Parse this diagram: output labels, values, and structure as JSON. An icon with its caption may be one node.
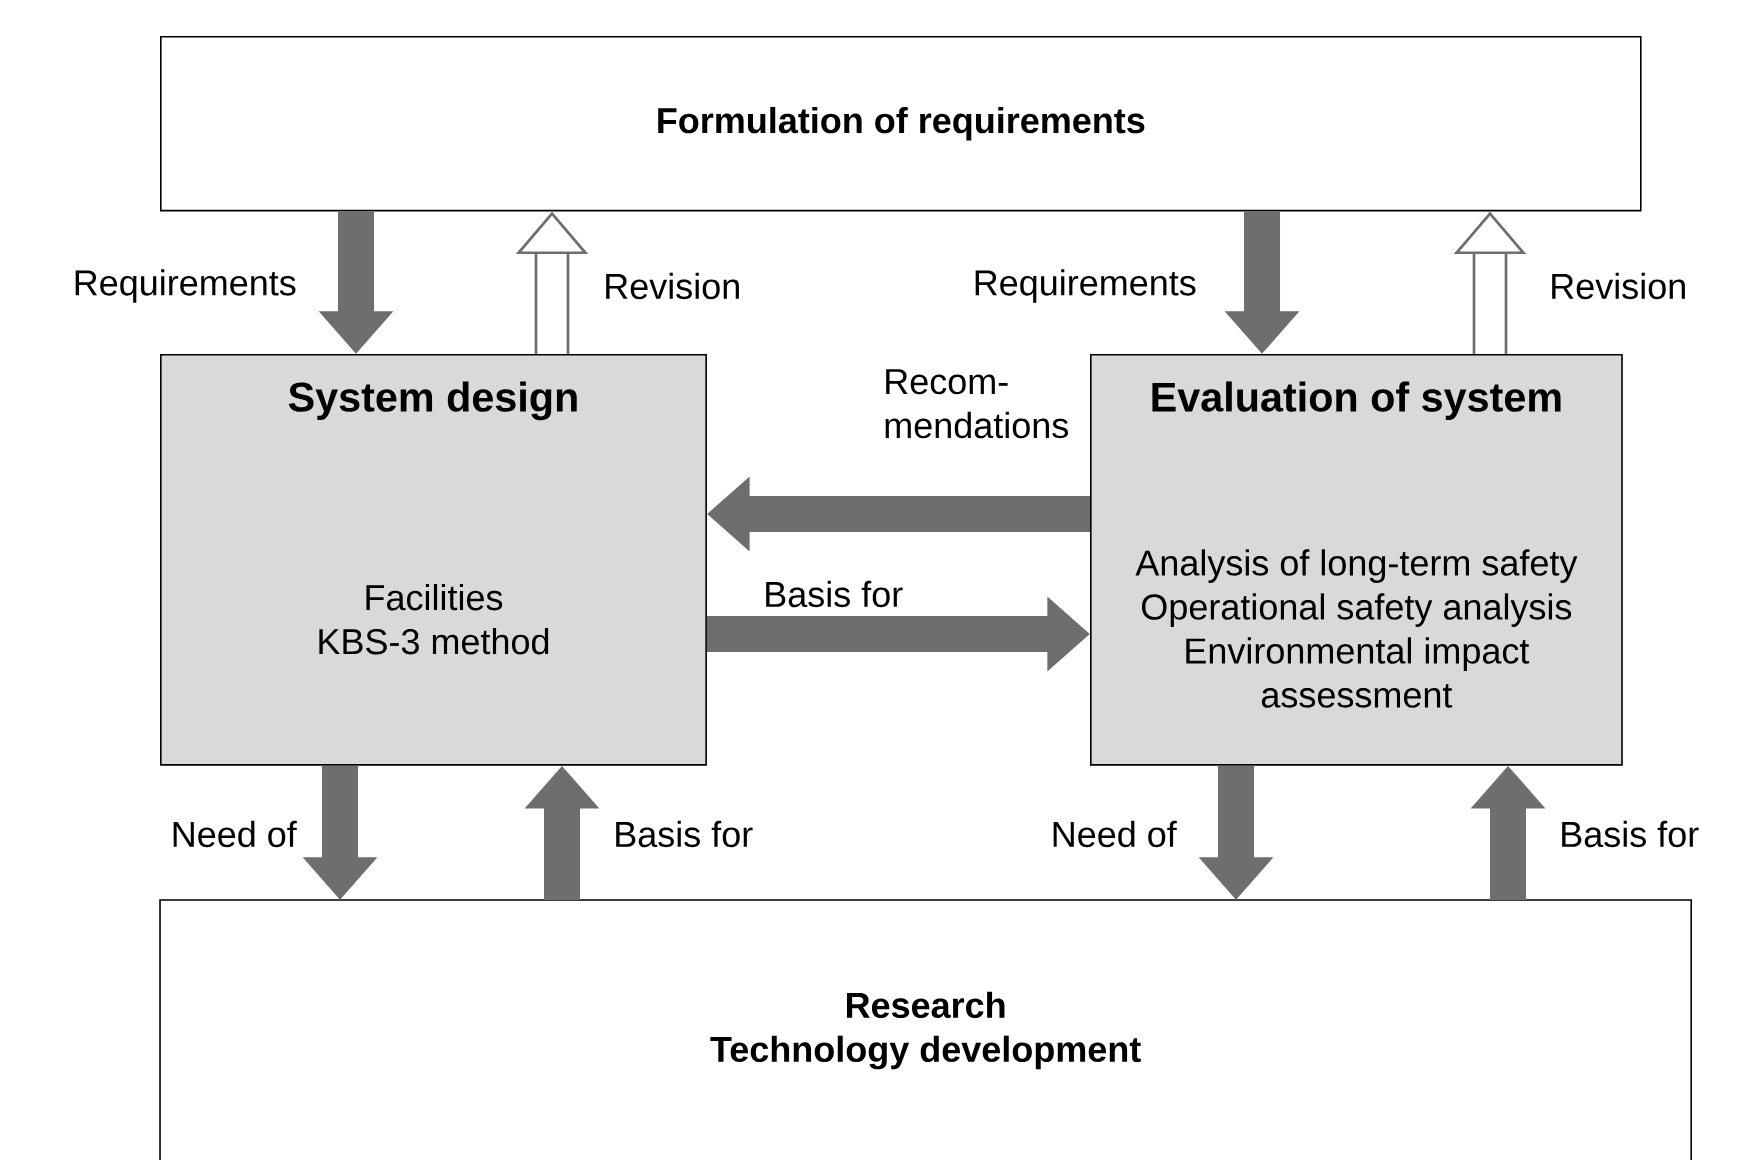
{
  "diagram": {
    "nodes": [
      {
        "text": [
          "Formulation of requirements"
        ]
      },
      {
        "text": [
          "System design",
          "Facilities",
          "KBS-3 method"
        ]
      },
      {
        "text": [
          "Evaluation of system",
          "Analysis of long-term safety",
          "Operational safety analysis",
          "Environmental impact assessment"
        ]
      },
      {
        "text": [
          "Research",
          "Technology development"
        ]
      }
    ],
    "edges": [
      {
        "from": 0,
        "to": 1,
        "arrow": "to",
        "label": "Requirements"
      },
      {
        "from": 1,
        "to": 0,
        "arrow": "to",
        "label": "Revision"
      },
      {
        "from": 0,
        "to": 2,
        "arrow": "to",
        "label": "Requirements"
      },
      {
        "from": 2,
        "to": 0,
        "arrow": "to",
        "label": "Revision"
      },
      {
        "from": 2,
        "to": 1,
        "arrow": "to",
        "label": "Recom- mendations"
      },
      {
        "from": 1,
        "to": 2,
        "arrow": "to",
        "label": "Basis for"
      },
      {
        "from": 1,
        "to": 3,
        "arrow": "to",
        "label": "Need of"
      },
      {
        "from": 3,
        "to": 1,
        "arrow": "to",
        "label": "Basis for"
      },
      {
        "from": 2,
        "to": 3,
        "arrow": "to",
        "label": "Need of"
      },
      {
        "from": 3,
        "to": 2,
        "arrow": "to",
        "label": "Basis for"
      }
    ]
  }
}
